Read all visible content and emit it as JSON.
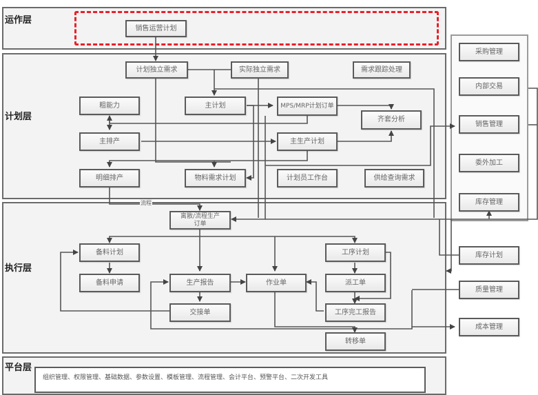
{
  "layers": {
    "operation": {
      "title": "运作层"
    },
    "planning": {
      "title": "计划层"
    },
    "execution": {
      "title": "执行层"
    },
    "platform": {
      "title": "平台层"
    }
  },
  "nodes": {
    "sales_ops_plan": "销售运营计划",
    "planned_indep_demand": "计划独立需求",
    "actual_indep_demand": "实际独立需求",
    "demand_tracking": "需求跟踪处理",
    "rough_capacity": "粗能力",
    "master_plan": "主计划",
    "mps_mrp_order": "MPS/MRP计划订单",
    "kitting_analysis": "齐套分析",
    "master_scheduling": "主排产",
    "master_production_plan": "主生产计划",
    "detailed_scheduling": "明细排产",
    "material_requirement_plan": "物料需求计划",
    "planner_workbench": "计划员工作台",
    "supply_demand_query": "供给查询需求",
    "production_order": "离散/流程生产订单",
    "material_prep_plan": "备料计划",
    "material_prep_request": "备料申请",
    "production_report": "生产报告",
    "job_ticket": "作业单",
    "operation_plan": "工序计划",
    "dispatch_order": "派工单",
    "handover_order": "交接单",
    "operation_completion_report": "工序完工报告",
    "transfer_order": "转移单"
  },
  "external_modules": {
    "procurement": "采购管理",
    "internal_trade": "内部交易",
    "sales_mgmt": "销售管理",
    "outsourcing": "委外加工",
    "inventory_mgmt": "库存管理",
    "inventory_plan": "库存计划",
    "quality_mgmt": "质量管理",
    "cost_mgmt": "成本管理"
  },
  "edge_labels": {
    "process": "流程"
  },
  "platform": {
    "services": "组织管理、权限管理、基础数据、参数设置、模板管理、流程管理、会计平台、预警平台、二次开发工具"
  },
  "colors": {
    "highlight_dash": "#e8202a",
    "line": "#555555",
    "layer_bg": "#f3f3f3"
  }
}
